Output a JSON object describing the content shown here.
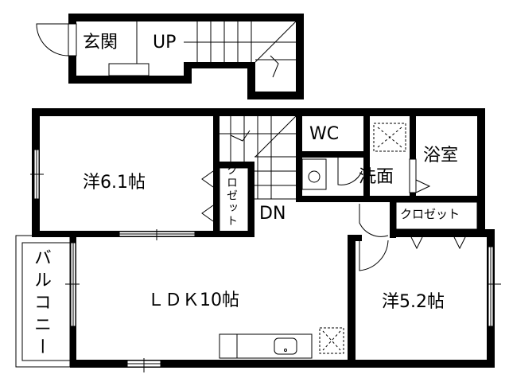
{
  "floor_plan": {
    "colors": {
      "wall": "#000000",
      "background": "#ffffff",
      "line": "#000000"
    },
    "entrance_floor": {
      "genkan": "玄関",
      "stairs_up": "UP"
    },
    "main_floor": {
      "room_west": "洋6.1帖",
      "closet_west": "クロゼット",
      "stairs_down": "DN",
      "toilet": "WC",
      "washroom": "洗面",
      "bathroom": "浴室",
      "closet_east": "クロゼット",
      "ldk": "ＬＤＫ10帖",
      "room_east": "洋5.2帖",
      "balcony": "バルコニー"
    }
  }
}
